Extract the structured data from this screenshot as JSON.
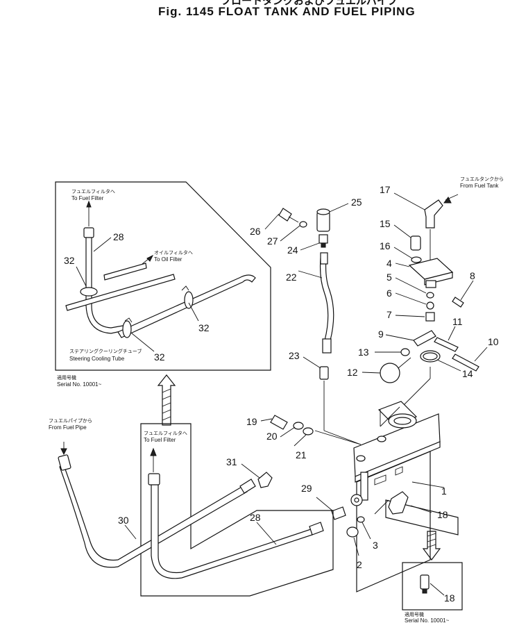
{
  "title": {
    "jp": "フロートタンクおよびフュエルパイプ",
    "en": "Fig. 1145   FLOAT TANK AND FUEL PIPING"
  },
  "annotations": {
    "to_fuel_filter_jp": "フュエルフィルタへ",
    "to_fuel_filter_en": "To Fuel Filter",
    "to_oil_filter_jp": "オイルフィルタへ",
    "to_oil_filter_en": "To Oil Filter",
    "steering_tube_jp": "ステアリングクーリングチューブ",
    "steering_tube_en": "Steering Cooling Tube",
    "serial_jp": "適用号機",
    "serial_en": "Serial No. 10001~",
    "from_fuel_tank_jp": "フュエルタンクから",
    "from_fuel_tank_en": "From Fuel Tank",
    "from_fuel_pipe_jp": "フュエルパイプから",
    "from_fuel_pipe_en": "From Fuel Pipe",
    "serial2_en": "Serial No. 10001~"
  },
  "parts": {
    "p1": "1",
    "p2": "2",
    "p3": "3",
    "p4": "4",
    "p5": "5",
    "p6": "6",
    "p7": "7",
    "p8": "8",
    "p9": "9",
    "p10": "10",
    "p11": "11",
    "p12": "12",
    "p13": "13",
    "p14": "14",
    "p15": "15",
    "p16": "16",
    "p17": "17",
    "p18": "18",
    "p19": "19",
    "p20": "20",
    "p21": "21",
    "p22": "22",
    "p23": "23",
    "p24": "24",
    "p25": "25",
    "p26": "26",
    "p27": "27",
    "p28": "28",
    "p29": "29",
    "p30": "30",
    "p31": "31",
    "p32": "32"
  }
}
